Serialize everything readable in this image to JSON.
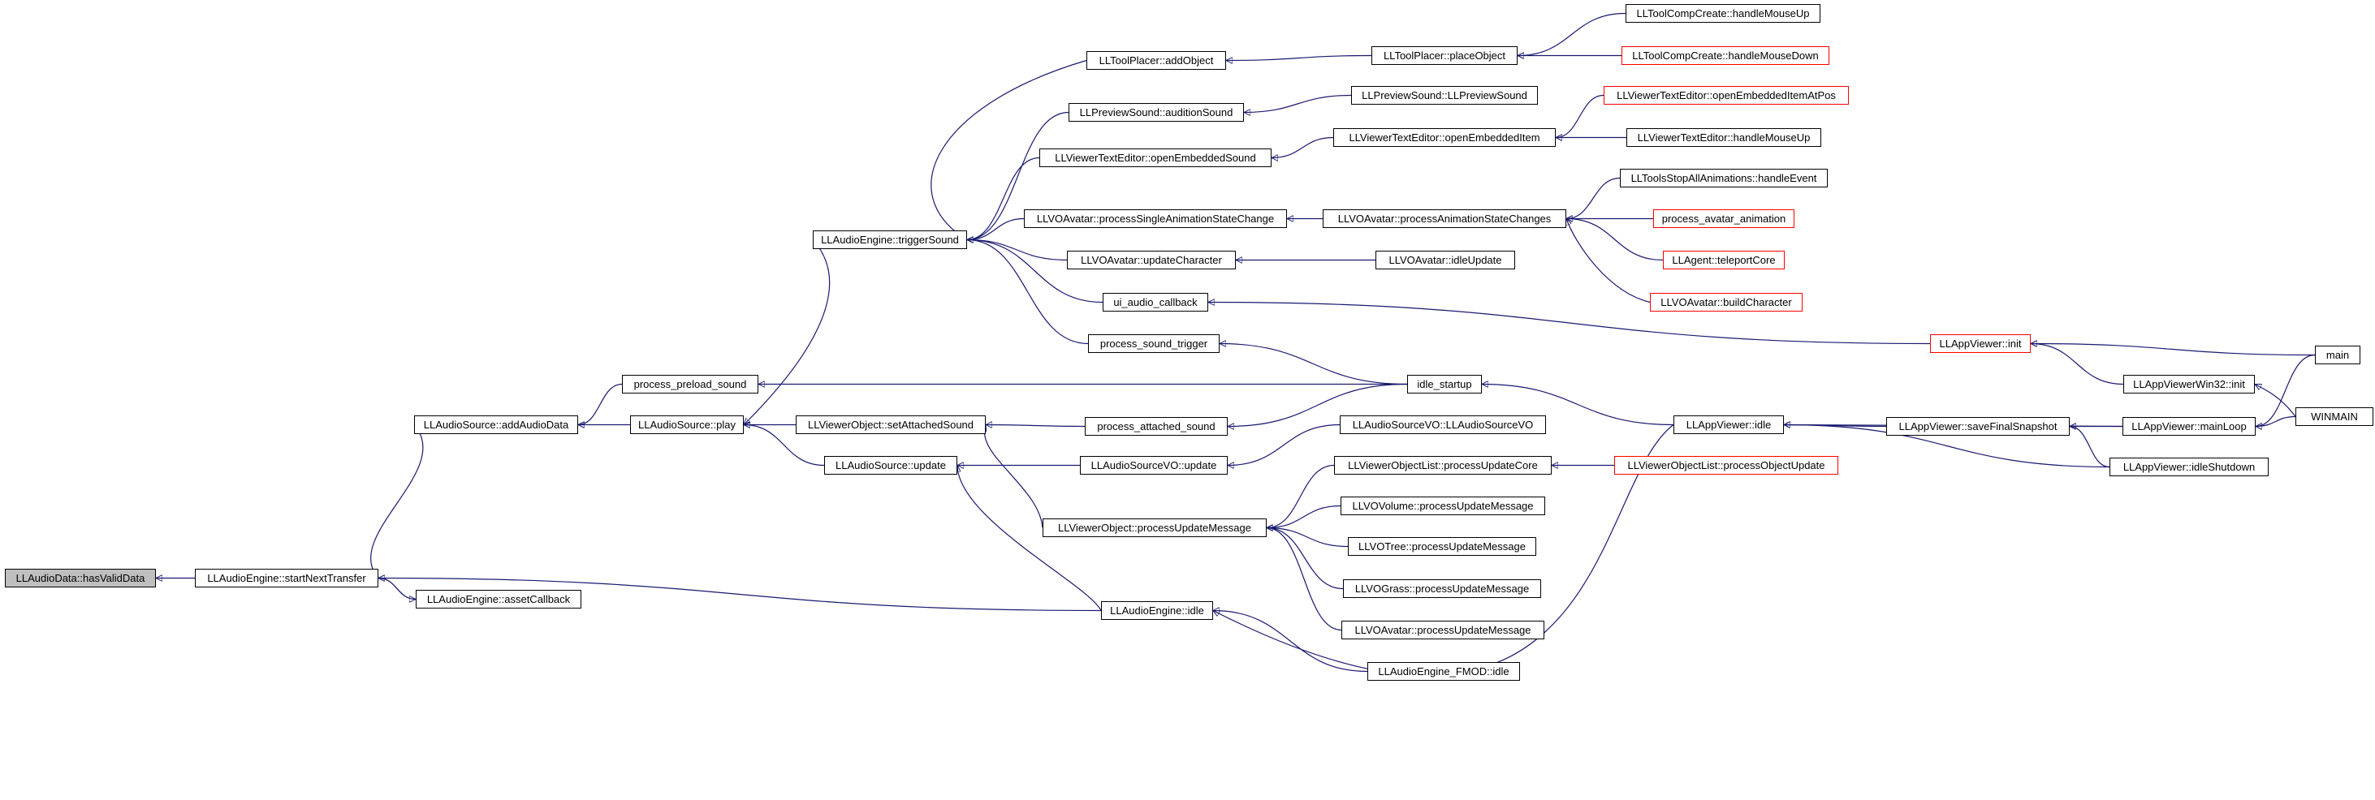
{
  "diagram": {
    "type": "call-graph",
    "colors": {
      "edge": "#191970",
      "node_border": "#000000",
      "truncated_border": "#ff0000",
      "root_fill": "#bfbfbf",
      "background": "#ffffff"
    },
    "nodes": [
      {
        "id": "root",
        "label": "LLAudioData::hasValidData",
        "style": "root"
      },
      {
        "id": "startNextTransfer",
        "label": "LLAudioEngine::startNextTransfer",
        "style": "normal"
      },
      {
        "id": "addAudioData",
        "label": "LLAudioSource::addAudioData",
        "style": "normal"
      },
      {
        "id": "assetCallback",
        "label": "LLAudioEngine::assetCallback",
        "style": "normal"
      },
      {
        "id": "preloadSound",
        "label": "process_preload_sound",
        "style": "normal"
      },
      {
        "id": "play",
        "label": "LLAudioSource::play",
        "style": "normal"
      },
      {
        "id": "triggerSound",
        "label": "LLAudioEngine::triggerSound",
        "style": "normal"
      },
      {
        "id": "setAttachedSound",
        "label": "LLViewerObject::setAttachedSound",
        "style": "normal"
      },
      {
        "id": "srcUpdate",
        "label": "LLAudioSource::update",
        "style": "normal"
      },
      {
        "id": "engineIdle",
        "label": "LLAudioEngine::idle",
        "style": "normal"
      },
      {
        "id": "addObject",
        "label": "LLToolPlacer::addObject",
        "style": "normal"
      },
      {
        "id": "auditionSound",
        "label": "LLPreviewSound::auditionSound",
        "style": "normal"
      },
      {
        "id": "openEmbeddedSound",
        "label": "LLViewerTextEditor::openEmbeddedSound",
        "style": "normal"
      },
      {
        "id": "singleAnim",
        "label": "LLVOAvatar::processSingleAnimationStateChange",
        "style": "normal"
      },
      {
        "id": "updateCharacter",
        "label": "LLVOAvatar::updateCharacter",
        "style": "normal"
      },
      {
        "id": "uiAudioCallback",
        "label": "ui_audio_callback",
        "style": "normal"
      },
      {
        "id": "processSoundTrigger",
        "label": "process_sound_trigger",
        "style": "normal"
      },
      {
        "id": "attachedSound",
        "label": "process_attached_sound",
        "style": "normal"
      },
      {
        "id": "srcVOUpdate",
        "label": "LLAudioSourceVO::update",
        "style": "normal"
      },
      {
        "id": "processUpdateMessage",
        "label": "LLViewerObject::processUpdateMessage",
        "style": "normal"
      },
      {
        "id": "placeObject",
        "label": "LLToolPlacer::placeObject",
        "style": "normal"
      },
      {
        "id": "previewCtor",
        "label": "LLPreviewSound::LLPreviewSound",
        "style": "normal"
      },
      {
        "id": "openEmbeddedItem",
        "label": "LLViewerTextEditor::openEmbeddedItem",
        "style": "normal"
      },
      {
        "id": "animChanges",
        "label": "LLVOAvatar::processAnimationStateChanges",
        "style": "normal"
      },
      {
        "id": "idleUpdate",
        "label": "LLVOAvatar::idleUpdate",
        "style": "normal"
      },
      {
        "id": "idleStartup",
        "label": "idle_startup",
        "style": "normal"
      },
      {
        "id": "srcVOCtor",
        "label": "LLAudioSourceVO::LLAudioSourceVO",
        "style": "normal"
      },
      {
        "id": "processUpdateCore",
        "label": "LLViewerObjectList::processUpdateCore",
        "style": "normal"
      },
      {
        "id": "volumePUM",
        "label": "LLVOVolume::processUpdateMessage",
        "style": "normal"
      },
      {
        "id": "treePUM",
        "label": "LLVOTree::processUpdateMessage",
        "style": "normal"
      },
      {
        "id": "grassPUM",
        "label": "LLVOGrass::processUpdateMessage",
        "style": "normal"
      },
      {
        "id": "avatarPUM",
        "label": "LLVOAvatar::processUpdateMessage",
        "style": "normal"
      },
      {
        "id": "fmodIdle",
        "label": "LLAudioEngine_FMOD::idle",
        "style": "normal"
      },
      {
        "id": "hMouseUp1",
        "label": "LLToolCompCreate::handleMouseUp",
        "style": "normal"
      },
      {
        "id": "hMouseDown",
        "label": "LLToolCompCreate::handleMouseDown",
        "style": "truncated"
      },
      {
        "id": "openItemAtPos",
        "label": "LLViewerTextEditor::openEmbeddedItemAtPos",
        "style": "truncated"
      },
      {
        "id": "hMouseUp2",
        "label": "LLViewerTextEditor::handleMouseUp",
        "style": "normal"
      },
      {
        "id": "stopAllAnims",
        "label": "LLToolsStopAllAnimations::handleEvent",
        "style": "normal"
      },
      {
        "id": "processAvatarAnim",
        "label": "process_avatar_animation",
        "style": "truncated"
      },
      {
        "id": "teleportCore",
        "label": "LLAgent::teleportCore",
        "style": "truncated"
      },
      {
        "id": "buildCharacter",
        "label": "LLVOAvatar::buildCharacter",
        "style": "truncated"
      },
      {
        "id": "appInit",
        "label": "LLAppViewer::init",
        "style": "truncated"
      },
      {
        "id": "appIdle",
        "label": "LLAppViewer::idle",
        "style": "normal"
      },
      {
        "id": "processObjectUpdate",
        "label": "LLViewerObjectList::processObjectUpdate",
        "style": "truncated"
      },
      {
        "id": "win32Init",
        "label": "LLAppViewerWin32::init",
        "style": "normal"
      },
      {
        "id": "saveFinalSnapshot",
        "label": "LLAppViewer::saveFinalSnapshot",
        "style": "normal"
      },
      {
        "id": "mainLoop",
        "label": "LLAppViewer::mainLoop",
        "style": "normal"
      },
      {
        "id": "idleShutdown",
        "label": "LLAppViewer::idleShutdown",
        "style": "normal"
      },
      {
        "id": "main",
        "label": "main",
        "style": "normal"
      },
      {
        "id": "winmain",
        "label": "WINMAIN",
        "style": "normal"
      }
    ],
    "edges": [
      {
        "from": "startNextTransfer",
        "to": "root"
      },
      {
        "from": "addAudioData",
        "to": "startNextTransfer"
      },
      {
        "from": "assetCallback",
        "to": "startNextTransfer"
      },
      {
        "from": "engineIdle",
        "to": "startNextTransfer"
      },
      {
        "from": "startNextTransfer",
        "to": "assetCallback"
      },
      {
        "from": "preloadSound",
        "to": "addAudioData"
      },
      {
        "from": "play",
        "to": "addAudioData"
      },
      {
        "from": "idleStartup",
        "to": "preloadSound"
      },
      {
        "from": "triggerSound",
        "to": "play"
      },
      {
        "from": "setAttachedSound",
        "to": "play"
      },
      {
        "from": "srcUpdate",
        "to": "play"
      },
      {
        "from": "addObject",
        "to": "triggerSound"
      },
      {
        "from": "auditionSound",
        "to": "triggerSound"
      },
      {
        "from": "openEmbeddedSound",
        "to": "triggerSound"
      },
      {
        "from": "singleAnim",
        "to": "triggerSound"
      },
      {
        "from": "updateCharacter",
        "to": "triggerSound"
      },
      {
        "from": "uiAudioCallback",
        "to": "triggerSound"
      },
      {
        "from": "processSoundTrigger",
        "to": "triggerSound"
      },
      {
        "from": "attachedSound",
        "to": "setAttachedSound"
      },
      {
        "from": "processUpdateMessage",
        "to": "setAttachedSound"
      },
      {
        "from": "srcVOUpdate",
        "to": "srcUpdate"
      },
      {
        "from": "engineIdle",
        "to": "srcUpdate"
      },
      {
        "from": "placeObject",
        "to": "addObject"
      },
      {
        "from": "previewCtor",
        "to": "auditionSound"
      },
      {
        "from": "openEmbeddedItem",
        "to": "openEmbeddedSound"
      },
      {
        "from": "animChanges",
        "to": "singleAnim"
      },
      {
        "from": "idleUpdate",
        "to": "updateCharacter"
      },
      {
        "from": "appInit",
        "to": "uiAudioCallback"
      },
      {
        "from": "idleStartup",
        "to": "processSoundTrigger"
      },
      {
        "from": "idleStartup",
        "to": "attachedSound"
      },
      {
        "from": "srcVOCtor",
        "to": "srcVOUpdate"
      },
      {
        "from": "processUpdateCore",
        "to": "processUpdateMessage"
      },
      {
        "from": "volumePUM",
        "to": "processUpdateMessage"
      },
      {
        "from": "treePUM",
        "to": "processUpdateMessage"
      },
      {
        "from": "grassPUM",
        "to": "processUpdateMessage"
      },
      {
        "from": "avatarPUM",
        "to": "processUpdateMessage"
      },
      {
        "from": "fmodIdle",
        "to": "engineIdle"
      },
      {
        "from": "appIdle",
        "to": "engineIdle"
      },
      {
        "from": "hMouseUp1",
        "to": "placeObject"
      },
      {
        "from": "hMouseDown",
        "to": "placeObject"
      },
      {
        "from": "openItemAtPos",
        "to": "openEmbeddedItem"
      },
      {
        "from": "hMouseUp2",
        "to": "openEmbeddedItem"
      },
      {
        "from": "stopAllAnims",
        "to": "animChanges"
      },
      {
        "from": "processAvatarAnim",
        "to": "animChanges"
      },
      {
        "from": "teleportCore",
        "to": "animChanges"
      },
      {
        "from": "buildCharacter",
        "to": "animChanges"
      },
      {
        "from": "appIdle",
        "to": "idleStartup"
      },
      {
        "from": "processObjectUpdate",
        "to": "processUpdateCore"
      },
      {
        "from": "main",
        "to": "appInit"
      },
      {
        "from": "win32Init",
        "to": "appInit"
      },
      {
        "from": "saveFinalSnapshot",
        "to": "appIdle"
      },
      {
        "from": "mainLoop",
        "to": "appIdle"
      },
      {
        "from": "idleShutdown",
        "to": "appIdle"
      },
      {
        "from": "mainLoop",
        "to": "saveFinalSnapshot"
      },
      {
        "from": "idleShutdown",
        "to": "saveFinalSnapshot"
      },
      {
        "from": "main",
        "to": "mainLoop"
      },
      {
        "from": "winmain",
        "to": "mainLoop"
      },
      {
        "from": "winmain",
        "to": "win32Init"
      }
    ]
  }
}
